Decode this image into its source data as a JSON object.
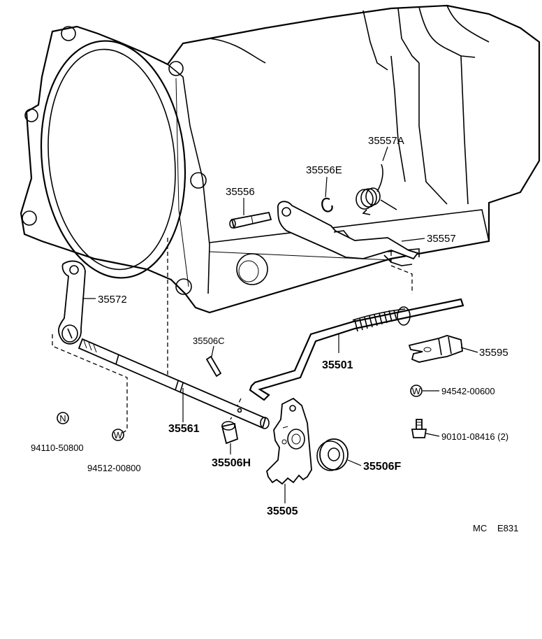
{
  "parts": {
    "p35557A": "35557A",
    "p35556E": "35556E",
    "p35556": "35556",
    "p35557": "35557",
    "p35572": "35572",
    "p35506C": "35506C",
    "p35501": "35501",
    "p35595": "35595",
    "p94542": "94542-00600",
    "p90101": "90101-08416 (2)",
    "p35561": "35561",
    "p35506H": "35506H",
    "p35506F": "35506F",
    "p35505": "35505",
    "p94110": "94110-50800",
    "p94512": "94512-00800"
  },
  "symbols": {
    "n": "N",
    "w1": "W",
    "w2": "W"
  },
  "footer": {
    "ref1": "MC",
    "ref2": "E831"
  }
}
